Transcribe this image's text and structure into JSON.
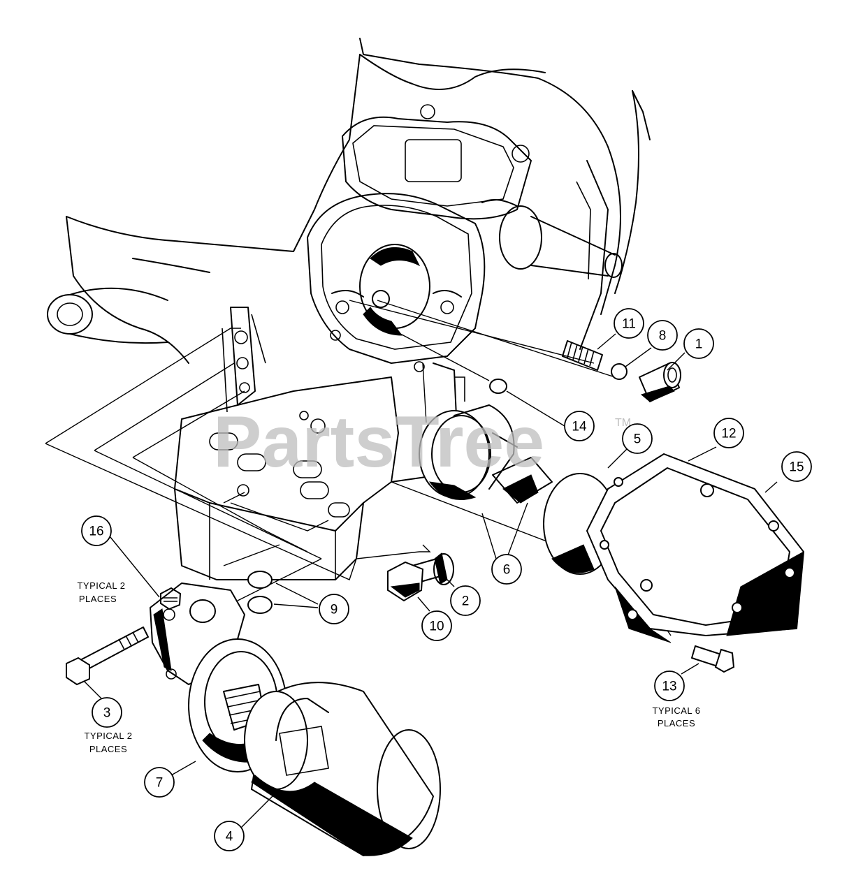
{
  "diagram": {
    "watermark": "PartsTree",
    "watermark_mark": "TM",
    "callouts": [
      {
        "id": "c1",
        "label": "1"
      },
      {
        "id": "c2",
        "label": "2"
      },
      {
        "id": "c3",
        "label": "3"
      },
      {
        "id": "c4",
        "label": "4"
      },
      {
        "id": "c5",
        "label": "5"
      },
      {
        "id": "c6",
        "label": "6"
      },
      {
        "id": "c7",
        "label": "7"
      },
      {
        "id": "c8",
        "label": "8"
      },
      {
        "id": "c9",
        "label": "9"
      },
      {
        "id": "c10",
        "label": "10"
      },
      {
        "id": "c11",
        "label": "11"
      },
      {
        "id": "c12",
        "label": "12"
      },
      {
        "id": "c13",
        "label": "13"
      },
      {
        "id": "c14",
        "label": "14"
      },
      {
        "id": "c15",
        "label": "15"
      },
      {
        "id": "c16",
        "label": "16"
      }
    ],
    "notes": {
      "n16": [
        "TYPICAL 2",
        "PLACES"
      ],
      "n3": [
        "TYPICAL 2",
        "PLACES"
      ],
      "n13": [
        "TYPICAL 6",
        "PLACES"
      ]
    }
  }
}
